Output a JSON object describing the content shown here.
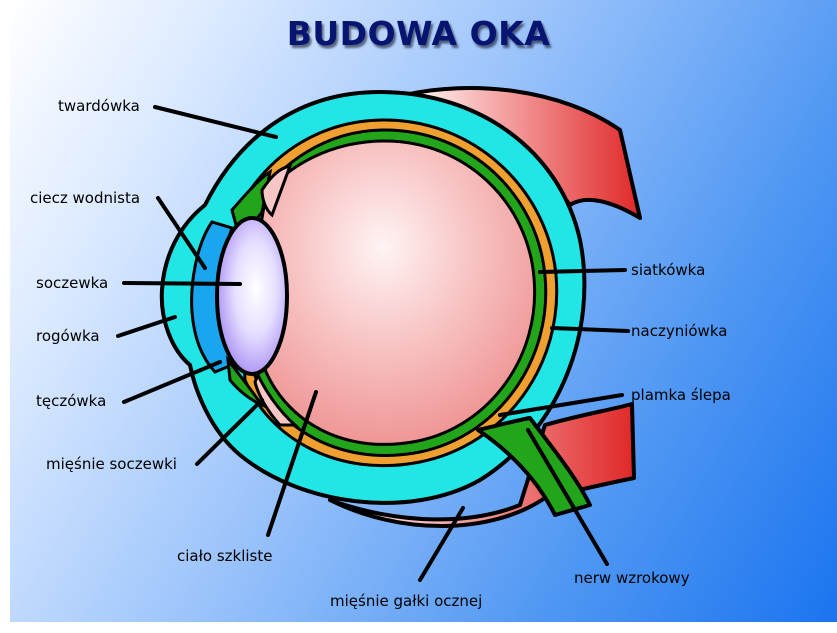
{
  "title": "BUDOWA OKA",
  "labels": {
    "sclera": "twardówka",
    "aqueous": "ciecz wodnista",
    "lens": "soczewka",
    "cornea": "rogówka",
    "iris": "tęczówka",
    "ciliary": "mięśnie soczewki",
    "vitreous": "ciało szkliste",
    "eye_muscles": "mięśnie gałki ocznej",
    "retina": "siatkówka",
    "choroid": "naczyniówka",
    "blind_spot": "plamka ślepa",
    "optic_nerve": "nerw wzrokowy"
  },
  "colors": {
    "sclera": "#22e5e5",
    "choroid": "#f0a030",
    "retina": "#22a51a",
    "vitreous": "#f3a8a8",
    "lens": "#c6b7ff",
    "aqueous": "#1aa6ee",
    "muscle": "#e23a3a",
    "outline": "#000000",
    "title": "#071570"
  }
}
